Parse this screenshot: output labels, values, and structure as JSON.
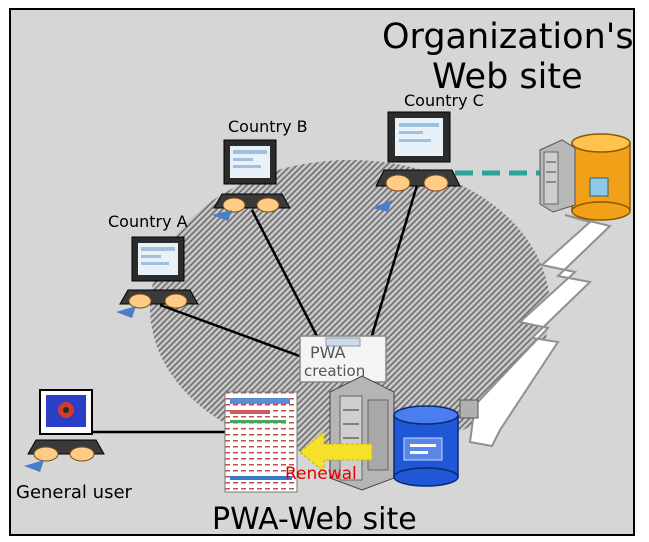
{
  "diagram": {
    "title": {
      "line1": "Organization's",
      "line2": "Web site"
    },
    "countries": [
      {
        "label": "Country A"
      },
      {
        "label": "Country B"
      },
      {
        "label": "Country C"
      }
    ],
    "hub": {
      "line1": "PWA",
      "line2": "creation"
    },
    "arrow_label": "Renewal",
    "general_user": "General user",
    "footer": "PWA-Web site",
    "colors": {
      "background": "#d6d6d6",
      "hatch": "#7a7a7a",
      "database_orange": "#f2a018",
      "database_blue": "#1f57d6",
      "renewal_text": "#e00000",
      "arrow_yellow": "#f5e02a",
      "dashed_link": "#2aa39a"
    },
    "icons": [
      "computer-icon",
      "server-icon",
      "database-icon",
      "document-icon"
    ]
  }
}
